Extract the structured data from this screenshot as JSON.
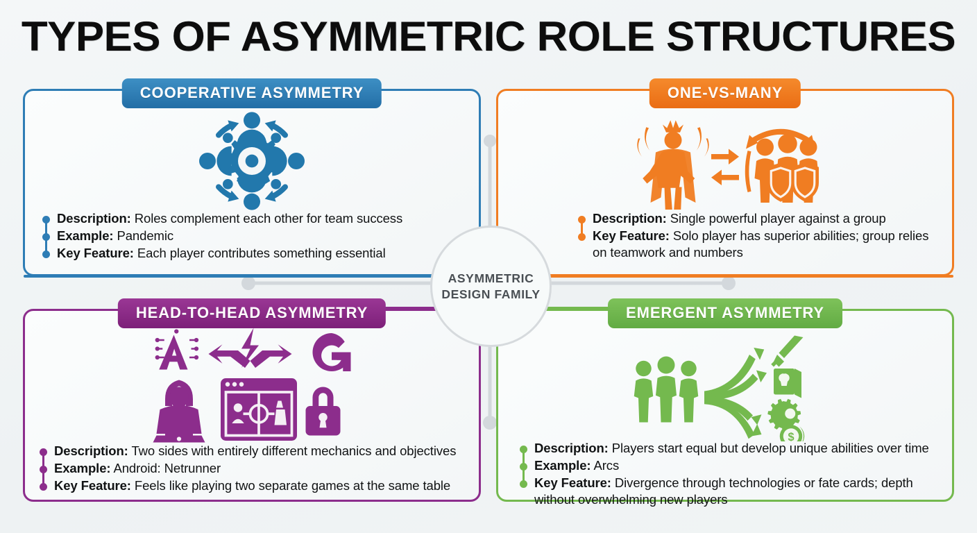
{
  "title": "TYPES OF ASYMMETRIC ROLE STRUCTURES",
  "hub": {
    "line1": "ASYMMETRIC",
    "line2": "DESIGN FAMILY"
  },
  "colors": {
    "blue": "#2e7db5",
    "orange": "#f07d22",
    "purple": "#8c2d8c",
    "green": "#74b94e",
    "gray_connector": "#d3d8dc",
    "page_background": "#f1f4f5",
    "title_text": "#0d0d0d",
    "hub_text": "#4a4f54",
    "body_text": "#111314"
  },
  "panels": [
    {
      "id": "cooperative-asymmetry",
      "title": "COOPERATIVE ASYMMETRY",
      "accent": "#2e7db5",
      "icon": "team-gear-cycle-icon",
      "bullets": [
        {
          "label": "Description:",
          "text": " Roles complement each other for team success"
        },
        {
          "label": "Example:",
          "text": " Pandemic"
        },
        {
          "label": "Key Feature:",
          "text": " Each player contributes something essential"
        }
      ]
    },
    {
      "id": "one-vs-many",
      "title": "ONE-VS-MANY",
      "accent": "#f07d22",
      "icon": "overlord-vs-group-icon",
      "bullets": [
        {
          "label": "Description:",
          "text": " Single powerful player against a group"
        },
        {
          "label": "Key Feature:",
          "text": " Solo player has superior abilities; group relies on teamwork and numbers"
        }
      ]
    },
    {
      "id": "head-to-head-asymmetry",
      "title": "HEAD-TO-HEAD ASYMMETRY",
      "accent": "#8c2d8c",
      "icon": "hacker-vs-corp-icon",
      "bullets": [
        {
          "label": "Description:",
          "text": " Two sides with entirely different mechanics and objectives"
        },
        {
          "label": "Example:",
          "text": " Android: Netrunner"
        },
        {
          "label": "Key Feature:",
          "text": " Feels like playing two separate games at the same table"
        }
      ]
    },
    {
      "id": "emergent-asymmetry",
      "title": "EMERGENT ASYMMETRY",
      "accent": "#74b94e",
      "icon": "players-diverging-paths-icon",
      "bullets": [
        {
          "label": "Description:",
          "text": " Players start equal but develop unique abilities over time"
        },
        {
          "label": "Example:",
          "text": " Arcs"
        },
        {
          "label": "Key Feature:",
          "text": " Divergence through technologies or fate cards; depth without overwhelming new players"
        }
      ]
    }
  ]
}
